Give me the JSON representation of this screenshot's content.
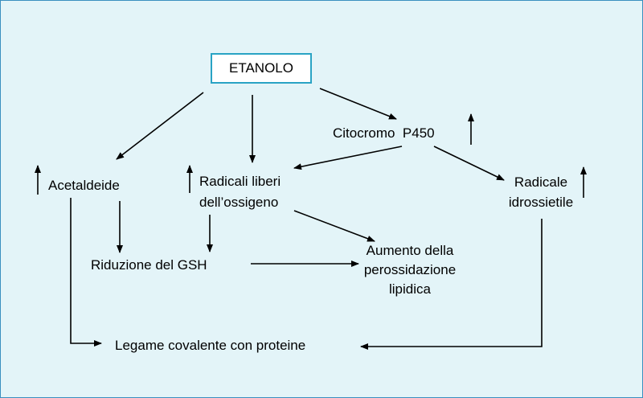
{
  "diagram": {
    "nodes": {
      "etanolo": "ETANOLO",
      "citocromo": "Citocromo  P450",
      "acetaldeide": "Acetaldeide",
      "radicali_line1": "Radicali liberi",
      "radicali_line2": "dell’ossigeno",
      "radicale_line1": "Radicale",
      "radicale_line2": "idrossietile",
      "riduzione": "Riduzione del GSH",
      "aumento_line1": "Aumento della",
      "aumento_line2": "perossidazione",
      "aumento_line3": "lipidica",
      "legame": "Legame covalente con proteine"
    },
    "colors": {
      "background": "#e3f4f8",
      "frame_border": "#3a8fc0",
      "etanolo_border": "#29a3c4",
      "arrows": "#000000"
    }
  }
}
